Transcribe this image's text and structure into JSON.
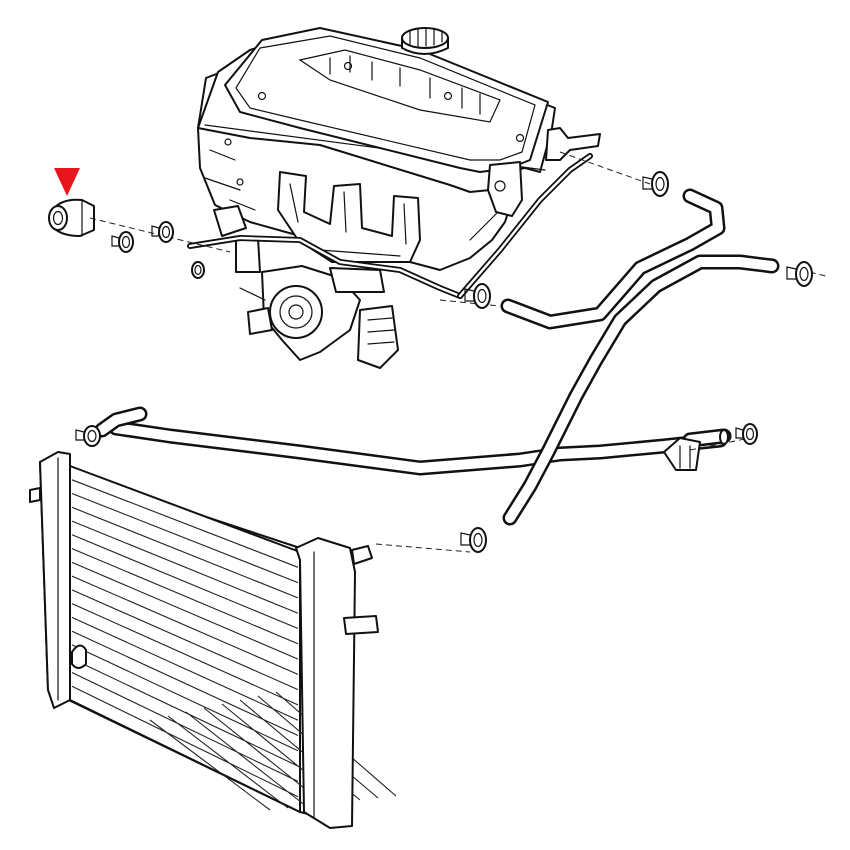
{
  "diagram": {
    "type": "exploded-parts-diagram",
    "components": [
      "engine",
      "turbocharger",
      "exhaust-manifold",
      "radiator",
      "coolant-hoses",
      "hose-clamps",
      "coolant-pipe",
      "expansion-tank-cap"
    ],
    "highlight": {
      "marker": "red-arrow",
      "target": "small-coolant-hose",
      "color": "#e8141b"
    },
    "colors": {
      "line": "#111111",
      "background": "#ffffff"
    }
  }
}
